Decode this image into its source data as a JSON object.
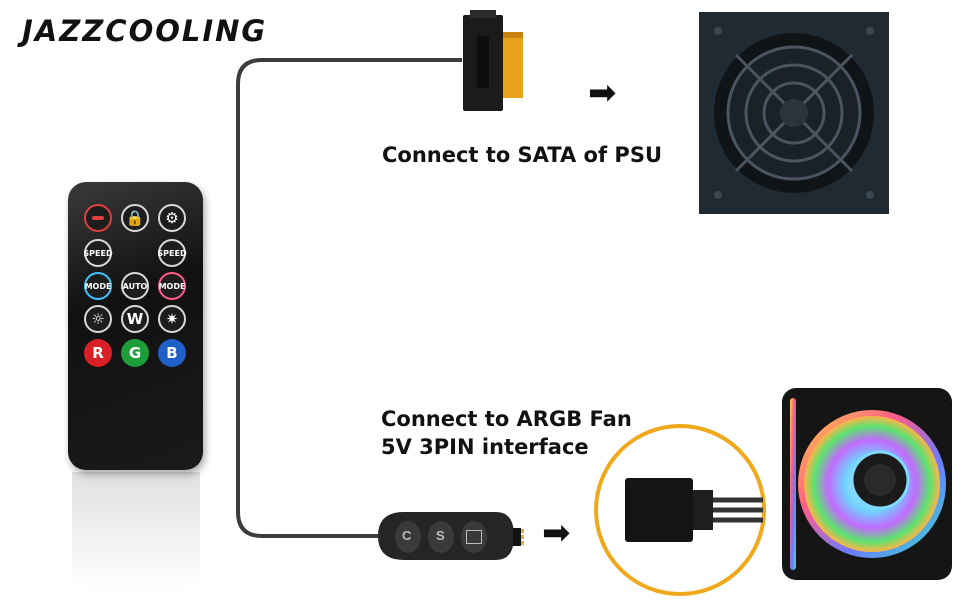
{
  "brand": {
    "name": "JAZZCOOLING"
  },
  "captions": {
    "psu": "Connect to SATA of PSU",
    "fan_line1": "Connect to ARGB Fan",
    "fan_line2": "5V 3PIN interface"
  },
  "remote": {
    "buttons": [
      {
        "label": "",
        "icon": "power-icon"
      },
      {
        "label": "",
        "icon": "lock-icon"
      },
      {
        "label": "",
        "icon": "gear-icon"
      },
      {
        "label": "SPEED",
        "icon": "speed-down-icon"
      },
      {
        "label": "SPEED",
        "icon": "speed-up-icon"
      },
      {
        "label": "MODE",
        "icon": "mode-prev-icon"
      },
      {
        "label": "AUTO",
        "icon": "auto-icon"
      },
      {
        "label": "MODE",
        "icon": "mode-next-icon"
      },
      {
        "label": "",
        "icon": "brightness-down-icon"
      },
      {
        "label": "W",
        "icon": "white-icon"
      },
      {
        "label": "",
        "icon": "brightness-up-icon"
      },
      {
        "label": "R",
        "icon": "red-icon",
        "color": "#d81f26"
      },
      {
        "label": "G",
        "icon": "green-icon",
        "color": "#1e9e3a"
      },
      {
        "label": "B",
        "icon": "blue-icon",
        "color": "#1f5fc8"
      }
    ]
  },
  "controller": {
    "buttons": [
      "C",
      "S",
      ""
    ]
  },
  "colors": {
    "circle_accent": "#f0a81c",
    "cable": "#3c3c3c",
    "psu_body": "#1f2a33"
  }
}
